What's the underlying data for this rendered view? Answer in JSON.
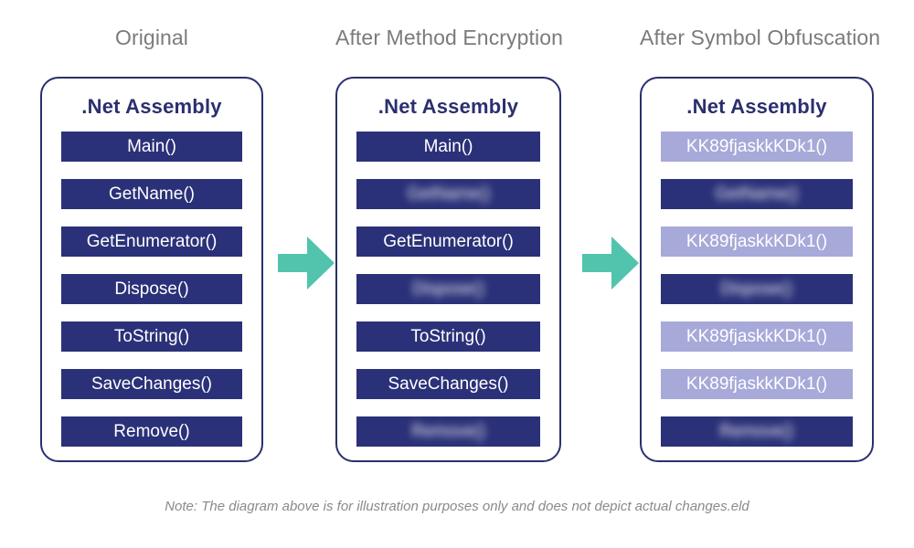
{
  "columns": [
    {
      "header": "Original"
    },
    {
      "header": "After Method Encryption"
    },
    {
      "header": "After Symbol Obfuscation"
    }
  ],
  "panels": [
    {
      "title": ".Net Assembly",
      "rows": [
        {
          "label": "Main()",
          "state": "plain"
        },
        {
          "label": "GetName()",
          "state": "plain"
        },
        {
          "label": "GetEnumerator()",
          "state": "plain"
        },
        {
          "label": "Dispose()",
          "state": "plain"
        },
        {
          "label": "ToString()",
          "state": "plain"
        },
        {
          "label": "SaveChanges()",
          "state": "plain"
        },
        {
          "label": "Remove()",
          "state": "plain"
        }
      ]
    },
    {
      "title": ".Net Assembly",
      "rows": [
        {
          "label": "Main()",
          "state": "plain"
        },
        {
          "label": "GetName()",
          "state": "encrypted"
        },
        {
          "label": "GetEnumerator()",
          "state": "plain"
        },
        {
          "label": "Dispose()",
          "state": "encrypted"
        },
        {
          "label": "ToString()",
          "state": "plain"
        },
        {
          "label": "SaveChanges()",
          "state": "plain"
        },
        {
          "label": "Remove()",
          "state": "encrypted"
        }
      ]
    },
    {
      "title": ".Net Assembly",
      "rows": [
        {
          "label": "KK89fjaskkKDk1()",
          "state": "obfuscated"
        },
        {
          "label": "GetName()",
          "state": "encrypted"
        },
        {
          "label": "KK89fjaskkKDk1()",
          "state": "obfuscated"
        },
        {
          "label": "Dispose()",
          "state": "encrypted"
        },
        {
          "label": "KK89fjaskkKDk1()",
          "state": "obfuscated"
        },
        {
          "label": "KK89fjaskkKDk1()",
          "state": "obfuscated"
        },
        {
          "label": "Remove()",
          "state": "encrypted"
        }
      ]
    }
  ],
  "arrows": [
    {
      "name": "arrow-original-to-encryption"
    },
    {
      "name": "arrow-encryption-to-obfuscation"
    }
  ],
  "footnote": "Note: The diagram above is for illustration purposes only and does not depict actual changes.eld",
  "colors": {
    "navy": "#2b3178",
    "border_navy": "#2b2f6e",
    "lavender": "#a7a9d9",
    "teal": "#52c4ae",
    "header_gray": "#7b7b7b",
    "footnote_gray": "#8a8a8a",
    "background": "#ffffff"
  }
}
